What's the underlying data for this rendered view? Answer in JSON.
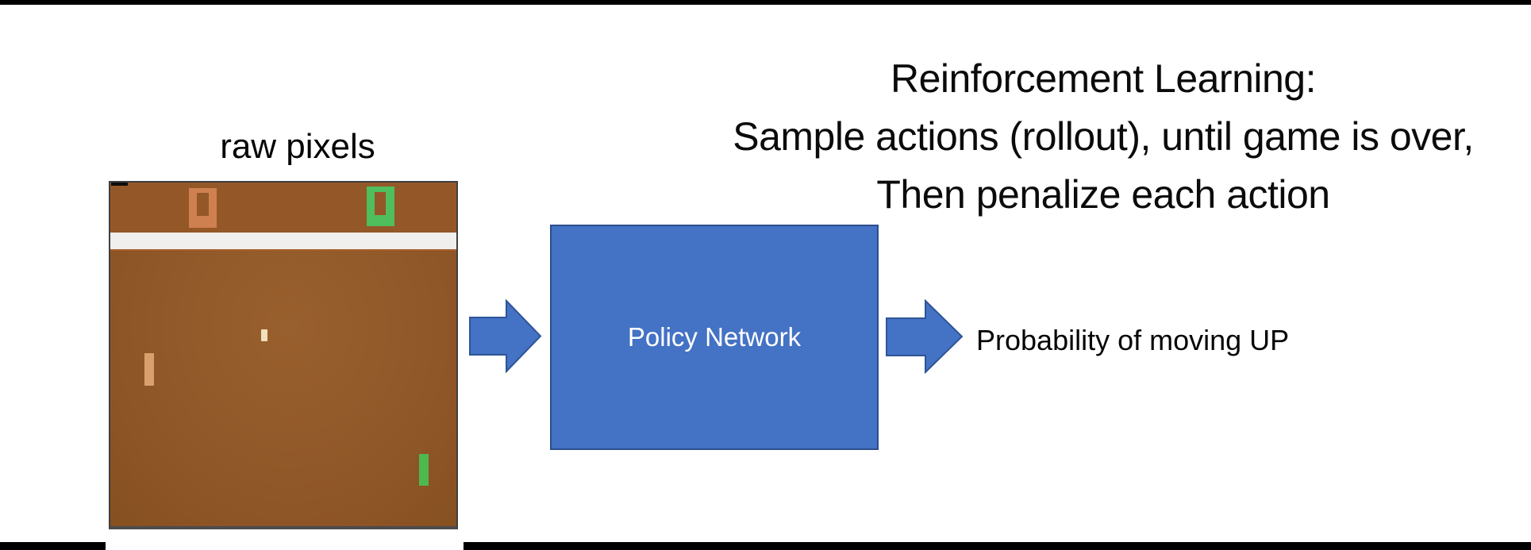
{
  "slide": {
    "title_lines": [
      "Reinforcement Learning:",
      "Sample actions (rollout), until game is over,",
      "Then penalize each action"
    ],
    "raw_pixels_label": "raw pixels",
    "policy_box_label": "Policy Network",
    "output_label": "Probability of moving UP"
  },
  "game": {
    "left_score": "0",
    "right_score": "0"
  },
  "colors": {
    "box_blue": "#4472c4",
    "box_border": "#2c4d8e",
    "arrow_blue": "#4472c4",
    "arrow_border": "#2f5597",
    "field_brown": "#8d5426",
    "field_brown_light": "#99602e",
    "scoreboard_brown": "#945728",
    "stripe_white": "#f1efee",
    "score_orange": "#cf8050",
    "score_green": "#4fbe5d",
    "paddle_tan": "#d9a06e",
    "paddle_green": "#4db84e",
    "ball_cream": "#f0e0bd"
  }
}
